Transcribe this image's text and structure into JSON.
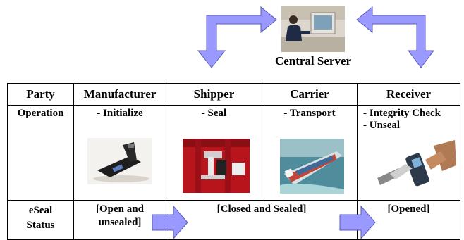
{
  "server": {
    "label": "Central Server"
  },
  "table": {
    "headers": [
      "Party",
      "Manufacturer",
      "Shipper",
      "Carrier",
      "Receiver"
    ],
    "operation_row_label": "Operation",
    "operations": {
      "manufacturer": "- Initialize",
      "shipper": "- Seal",
      "carrier": "- Transport",
      "receiver_line1": "- Integrity Check",
      "receiver_line2": "- Unseal"
    },
    "status_row_label_line1": "eSeal",
    "status_row_label_line2": "Status",
    "statuses": {
      "manufacturer_line1": "[Open and",
      "manufacturer_line2": "unsealed]",
      "middle": "[Closed and Sealed]",
      "receiver": "[Opened]"
    }
  },
  "colors": {
    "arrow_fill": "#9999ff",
    "arrow_stroke": "#5a5ab8",
    "border": "#000000"
  },
  "icons": [
    "server-operator-photo",
    "eseal-device-photo",
    "sealed-container-photo",
    "cargo-ship-photo",
    "handheld-reader-photo"
  ]
}
